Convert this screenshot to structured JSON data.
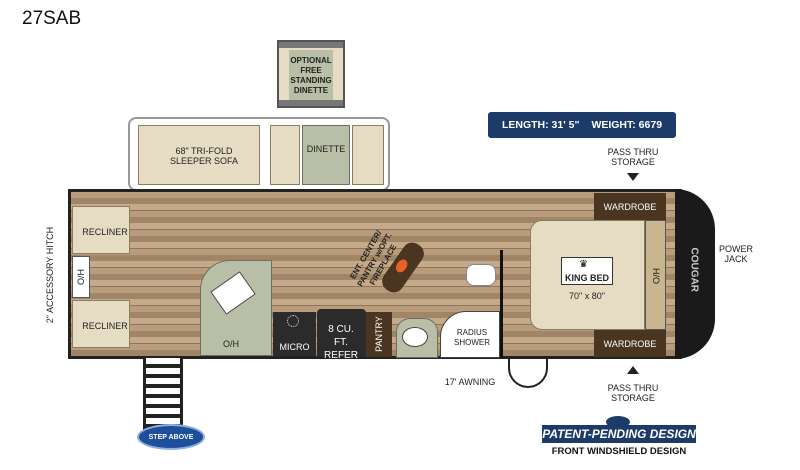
{
  "title": "27SAB",
  "specs": {
    "length": "LENGTH: 31' 5\"",
    "weight": "WEIGHT: 6679"
  },
  "labels": {
    "optional_dinette": "OPTIONAL FREE STANDING DINETTE",
    "sofa": "68\" TRI-FOLD SLEEPER SOFA",
    "dinette": "DINETTE",
    "pass_thru_top": "PASS THRU STORAGE",
    "pass_thru_bottom": "PASS THRU STORAGE",
    "wardrobe_top": "WARDROBE",
    "wardrobe_bottom": "WARDROBE",
    "king_bed": "KING BED",
    "bed_size": "70\" x 80\"",
    "ho_front": "H/O",
    "power_jack": "POWER JACK",
    "hitch": "2\" ACCESSORY HITCH",
    "recliner_top": "RECLINER",
    "recliner_bottom": "RECLINER",
    "oh_rear": "O/H",
    "oh_kitchen": "O/H",
    "ent_center": "ENT. CENTER/ PANTRY w/OPT. FIREPLACE",
    "micro": "MICRO",
    "refer": "8 CU. FT. REFER",
    "pantry": "PANTRY",
    "shower": "RADIUS SHOWER",
    "awning": "17' AWNING",
    "brand": "COUGAR"
  },
  "logos": {
    "step_above": "STEP ABOVE",
    "patent": "PATENT-PENDING DESIGN",
    "windshield": "FRONT WINDSHIELD DESIGN"
  }
}
